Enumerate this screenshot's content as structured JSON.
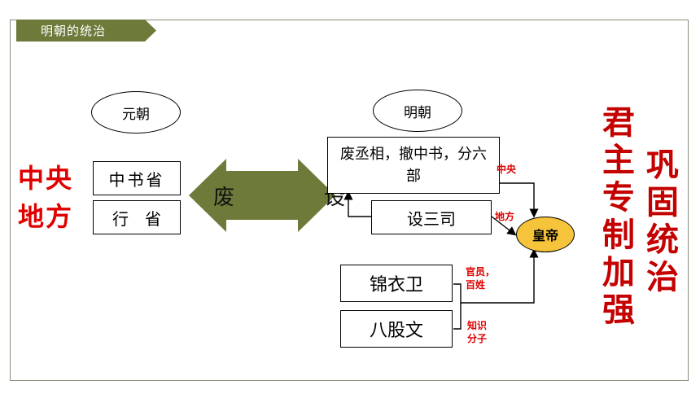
{
  "banner": {
    "title": "明朝的统治"
  },
  "left": {
    "dynasty": "元朝",
    "central_label": "中央",
    "local_label": "地方",
    "central_office": "中书省",
    "local_office": "行　省"
  },
  "middle": {
    "arrow_text": "废　设"
  },
  "right": {
    "dynasty": "明朝",
    "reform_box": "废丞相，撤中书，分六部",
    "three_si": "设三司",
    "jinyiwei": "锦衣卫",
    "baguwen": "八股文",
    "central_note": "中央",
    "local_note": "地方",
    "officials_note": "官员，百姓",
    "intellectuals_note": "知识分子",
    "emperor": "皇帝"
  },
  "conclusion": {
    "column_a": [
      "君",
      "主",
      "专",
      "制",
      "加",
      "强"
    ],
    "column_b": [
      "巩",
      "固",
      "统",
      "治"
    ]
  }
}
